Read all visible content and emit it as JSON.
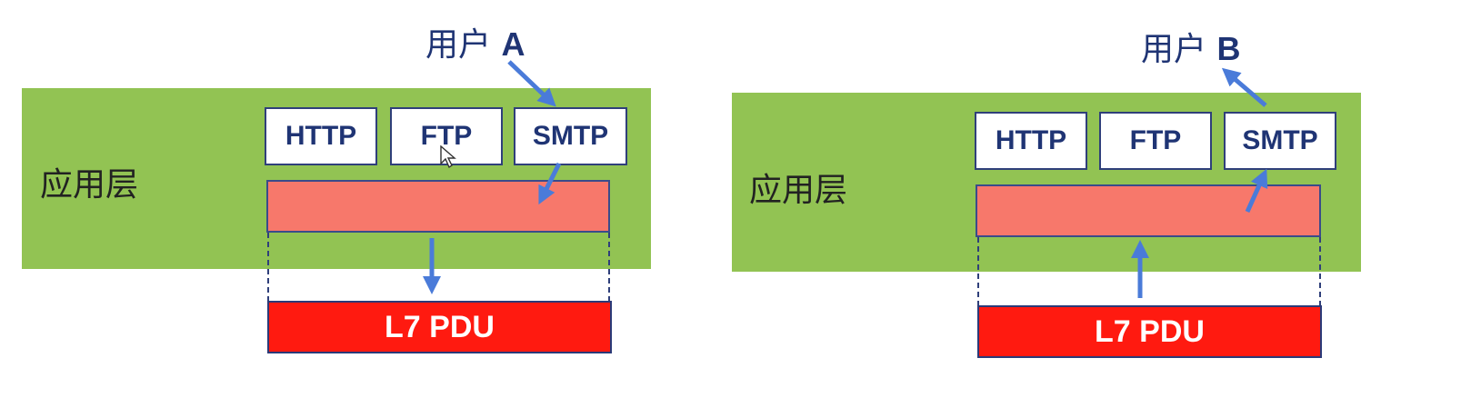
{
  "left_panel": {
    "layer_label": "应用层",
    "user_text": "用户",
    "user_letter": "A",
    "protocols": [
      "HTTP",
      "FTP",
      "SMTP"
    ],
    "pdu_label": "L7 PDU"
  },
  "right_panel": {
    "layer_label": "应用层",
    "user_text": "用户",
    "user_letter": "B",
    "protocols": [
      "HTTP",
      "FTP",
      "SMTP"
    ],
    "pdu_label": "L7 PDU"
  },
  "colors": {
    "layer_fill": "#92c353",
    "header_fill": "#f7786b",
    "pdu_fill": "#ff1a10",
    "arrow": "#4a7bd9",
    "text": "#1f3474"
  },
  "icons": [
    "arrow-icon",
    "mouse-cursor-icon"
  ]
}
